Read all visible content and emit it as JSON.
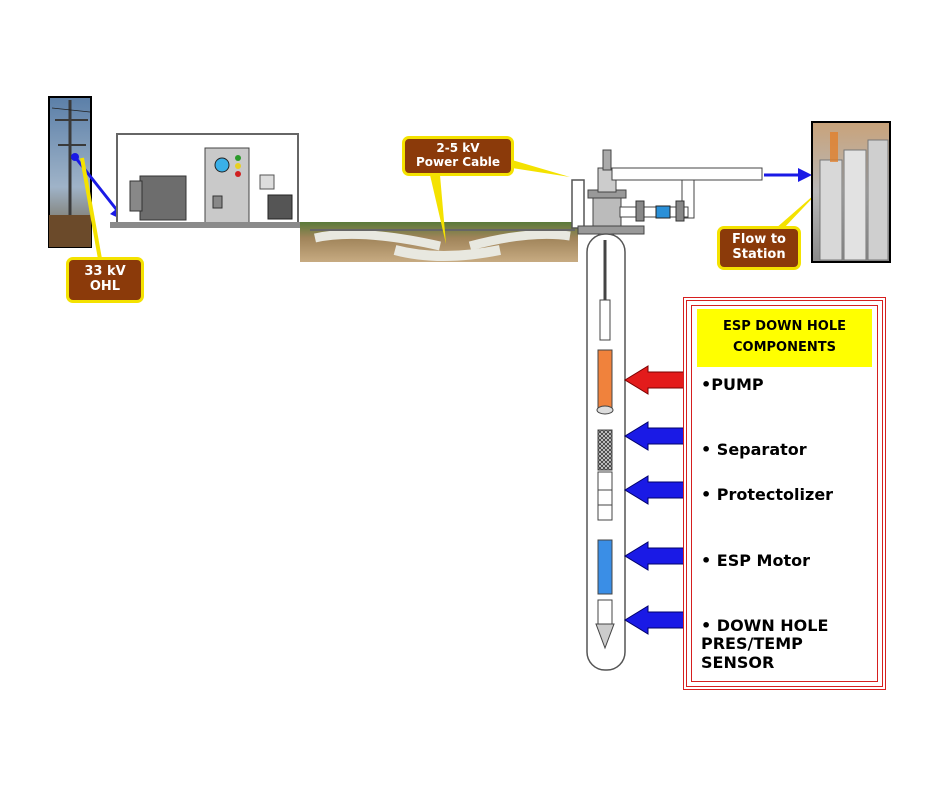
{
  "callouts": {
    "ohl": "33 kV\nOHL",
    "cable": "2-5 kV\nPower Cable",
    "flow": "Flow to\nStation"
  },
  "legend": {
    "title": "ESP DOWN HOLE\nCOMPONENTS",
    "items": [
      "•PUMP",
      "• Separator",
      "• Protectolizer",
      "• ESP Motor",
      "• DOWN HOLE\n  PRES/TEMP\n  SENSOR"
    ]
  },
  "colors": {
    "callout_fill": "#8b3a0a",
    "callout_border": "#f4e200",
    "legend_border": "#d61f1f",
    "legend_title_fill": "#ffff00",
    "pump_arrow": "#e31b1b",
    "component_arrow": "#1a1ae6",
    "pump_section": "#f0823c",
    "motor_section": "#3a8ee6"
  }
}
